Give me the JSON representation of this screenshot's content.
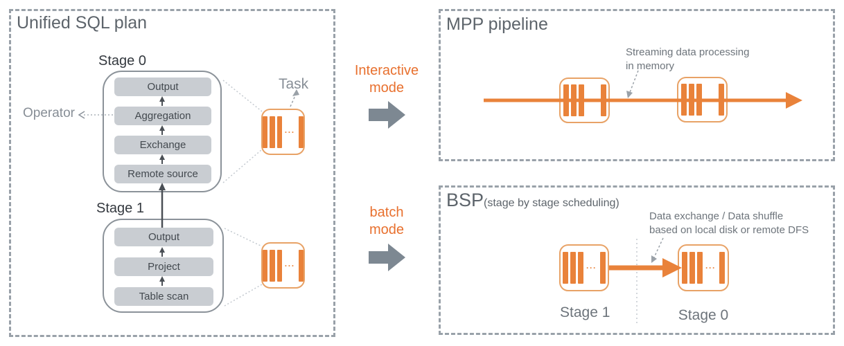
{
  "colors": {
    "accent_orange": "#E8762C",
    "bar_orange": "#E9823A",
    "task_border_orange": "#E8A266",
    "gray_arrow": "#7D8892",
    "panel_border_gray": "#99A1A9",
    "operator_box_fill": "#C9CDD2",
    "title_gray": "#5D646B",
    "label_gray": "#878E96",
    "annotation_gray": "#6D747B"
  },
  "left_panel": {
    "title": "Unified SQL plan",
    "operator_label": "Operator",
    "task_label": "Task",
    "stages": [
      {
        "name": "Stage 0",
        "operators": [
          "Output",
          "Aggregation",
          "Exchange",
          "Remote source"
        ]
      },
      {
        "name": "Stage 1",
        "operators": [
          "Output",
          "Project",
          "Table scan"
        ]
      }
    ]
  },
  "modes": [
    {
      "label": "Interactive mode"
    },
    {
      "label": "batch mode"
    }
  ],
  "mpp_panel": {
    "title": "MPP pipeline",
    "annotation": "Streaming data processing\nin memory"
  },
  "bsp_panel": {
    "title": "BSP",
    "title_suffix": "(stage by stage scheduling)",
    "annotation": "Data exchange / Data shuffle\nbased on local disk or remote DFS",
    "stage_labels": [
      "Stage 1",
      "Stage 0"
    ]
  }
}
